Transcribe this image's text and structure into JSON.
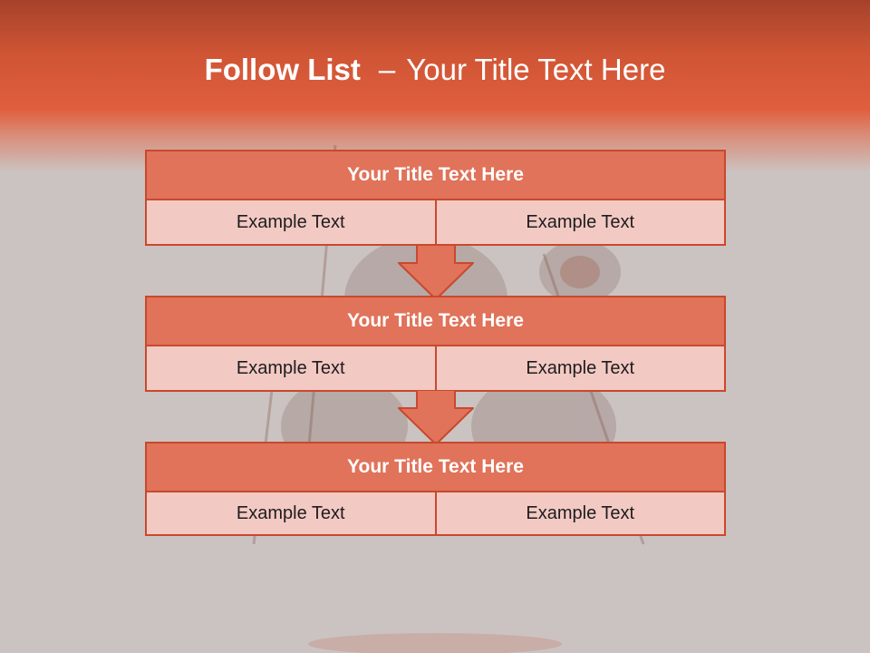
{
  "slide": {
    "title_bold": "Follow List",
    "title_separator": "–",
    "title_rest": "Your Title Text Here"
  },
  "blocks": [
    {
      "title": "Your Title Text Here",
      "cells": [
        "Example Text",
        "Example Text"
      ]
    },
    {
      "title": "Your Title Text Here",
      "cells": [
        "Example Text",
        "Example Text"
      ]
    },
    {
      "title": "Your Title Text Here",
      "cells": [
        "Example Text",
        "Example Text"
      ]
    }
  ],
  "colors": {
    "header": "#e05e3d",
    "title_fill": "#e0735a",
    "cell_fill": "#f3c9c3",
    "border": "#c8492d",
    "background": "#cbc3c1"
  },
  "icons": [
    "down-arrow-icon",
    "down-arrow-icon"
  ]
}
